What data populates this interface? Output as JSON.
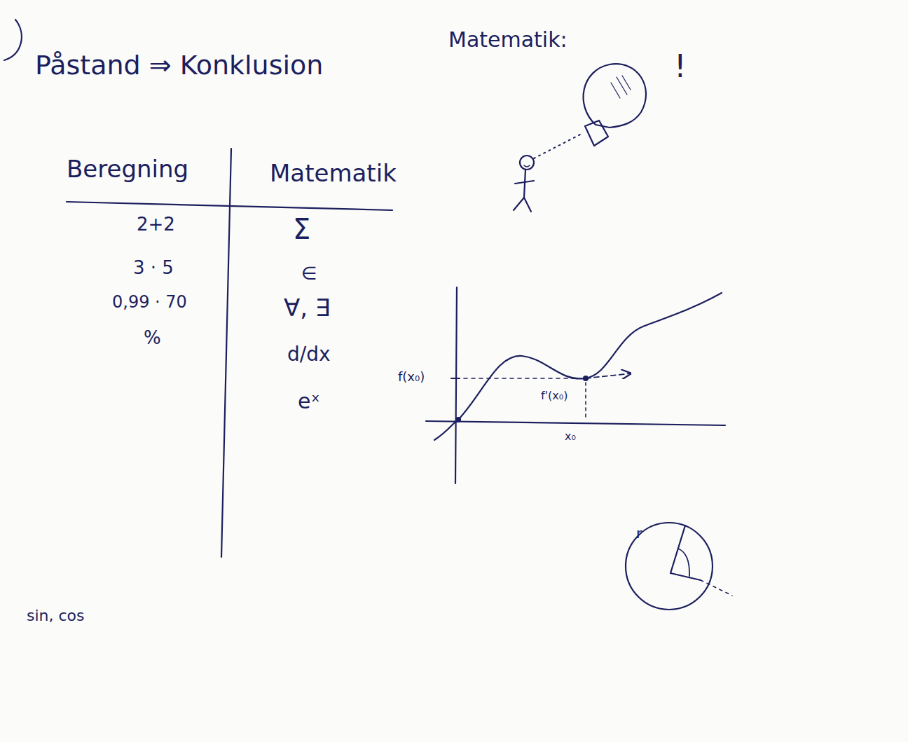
{
  "diagram": {
    "title": "Matematik:",
    "labels": [
      "Påstand ⇒ Konklusion",
      "Beregning",
      "Matematik",
      "2+2",
      "3 · 5",
      "0,99 · 70",
      "%",
      "Σ",
      "∈",
      "∀, ∃",
      "d/dx",
      "eˣ",
      "f(x₀)",
      "f'(x₀)",
      "x₀",
      "r",
      "!",
      "sin, cos"
    ]
  }
}
